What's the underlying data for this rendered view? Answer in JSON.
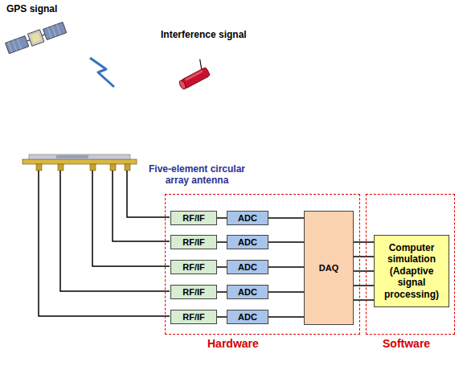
{
  "diagram": {
    "nodes": [
      {
        "text": [
          "Hardware"
        ]
      },
      {
        "text": [
          "RF/IF"
        ],
        "in": 0
      },
      {
        "text": [
          "RF/IF"
        ],
        "in": 0
      },
      {
        "text": [
          "RF/IF"
        ],
        "in": 0
      },
      {
        "text": [
          "RF/IF"
        ],
        "in": 0
      },
      {
        "text": [
          "RF/IF"
        ],
        "in": 0
      },
      {
        "text": [
          "ADC"
        ],
        "in": 0
      },
      {
        "text": [
          "ADC"
        ],
        "in": 0
      },
      {
        "text": [
          "ADC"
        ],
        "in": 0
      },
      {
        "text": [
          "ADC"
        ],
        "in": 0
      },
      {
        "text": [
          "ADC"
        ],
        "in": 0
      },
      {
        "text": [
          "DAQ"
        ],
        "in": 0
      },
      {
        "text": [
          "Software"
        ]
      },
      {
        "text": [
          "Computer simulation",
          "(Adaptive signal processing)"
        ],
        "in": 12
      }
    ],
    "edges": [
      {
        "from": 1,
        "to": 6,
        "arrow": "none"
      },
      {
        "from": 2,
        "to": 7,
        "arrow": "none"
      },
      {
        "from": 3,
        "to": 8,
        "arrow": "none"
      },
      {
        "from": 4,
        "to": 9,
        "arrow": "none"
      },
      {
        "from": 5,
        "to": 10,
        "arrow": "none"
      },
      {
        "from": 6,
        "to": 11,
        "arrow": "none"
      },
      {
        "from": 7,
        "to": 11,
        "arrow": "none"
      },
      {
        "from": 8,
        "to": 11,
        "arrow": "none"
      },
      {
        "from": 9,
        "to": 11,
        "arrow": "none"
      },
      {
        "from": 10,
        "to": 11,
        "arrow": "none"
      },
      {
        "from": 11,
        "to": 13,
        "arrow": "none"
      },
      {
        "from": 11,
        "to": 13,
        "arrow": "none"
      },
      {
        "from": 11,
        "to": 13,
        "arrow": "none"
      },
      {
        "from": 11,
        "to": 13,
        "arrow": "none"
      },
      {
        "from": 11,
        "to": 13,
        "arrow": "none"
      }
    ],
    "labels": [
      "GPS signal",
      "Interference signal",
      "Five-element circular array antenna"
    ]
  }
}
